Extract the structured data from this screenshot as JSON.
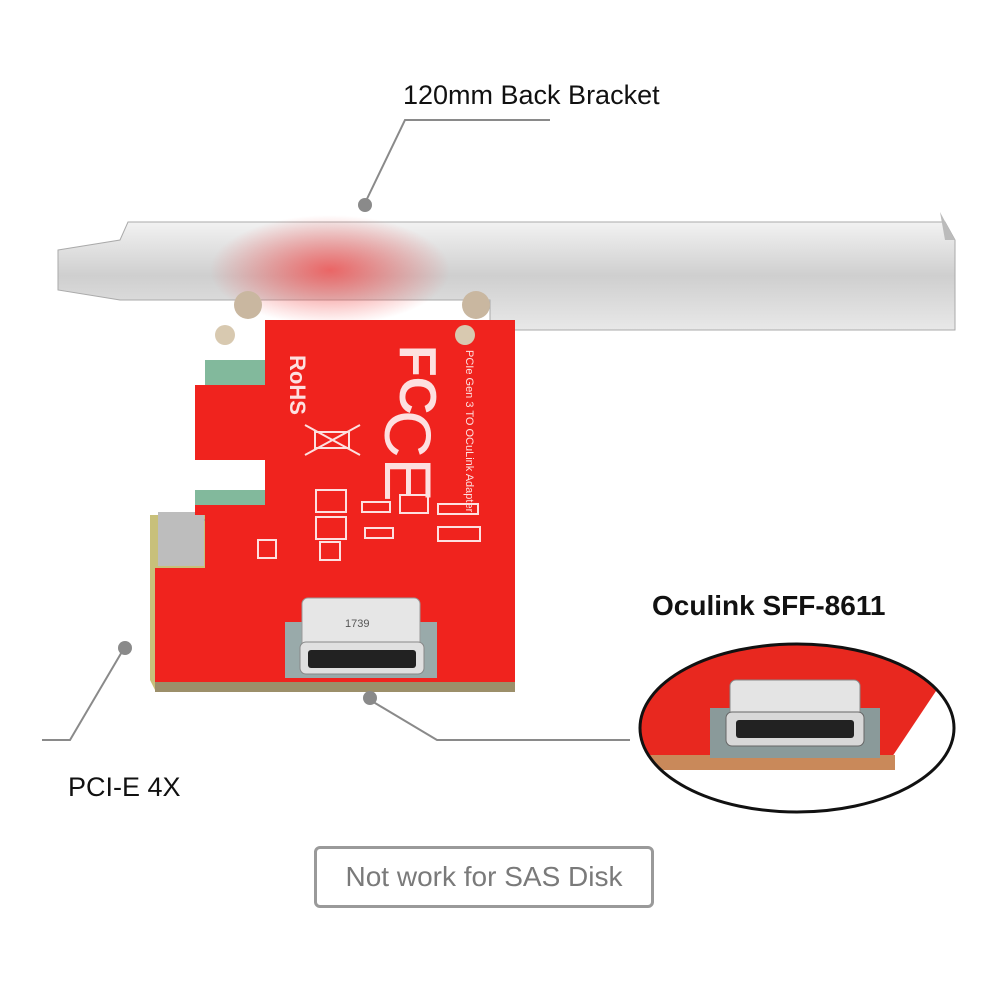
{
  "labels": {
    "bracket": "120mm Back Bracket",
    "oculink": "Oculink SFF-8611",
    "pcie": "PCI-E 4X"
  },
  "note": "Not work for SAS Disk",
  "board": {
    "silkscreen": "PCIe Gen 3 TO OCuLink Adapter",
    "rohs": "RoHS",
    "fc": "FC",
    "ce": "CE",
    "connector_code": "1739"
  },
  "colors": {
    "pcb": "#f0231e",
    "bracket": "#d9d9d9",
    "gold": "#c8c07a",
    "leader": "#8a8a8a"
  }
}
